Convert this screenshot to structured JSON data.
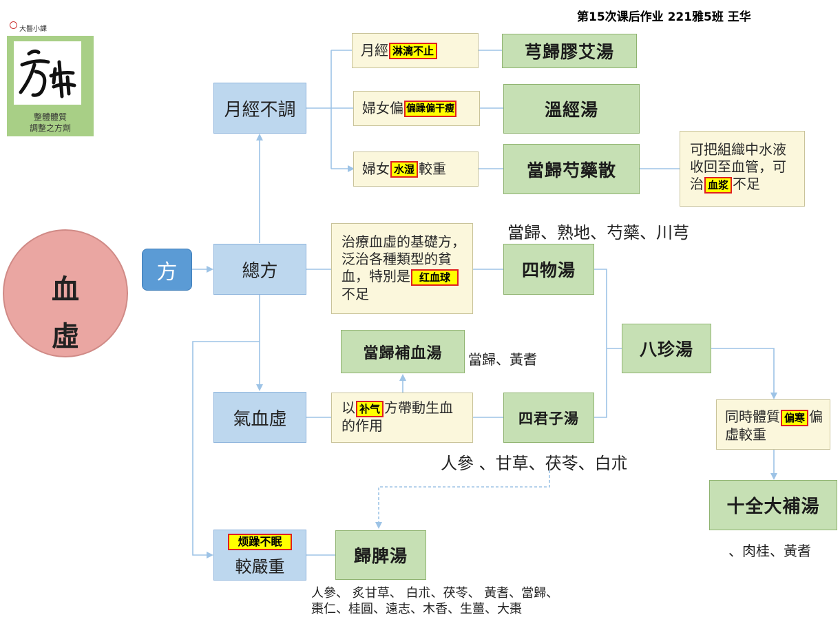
{
  "header": "第15次课后作业 221雅5班 王华",
  "logo": {
    "brand": "大醫小課",
    "glyph": "方律",
    "line1": "整體體質",
    "line2": "調整之方劑"
  },
  "main": {
    "char1": "血",
    "char2": "虛"
  },
  "fang": "方",
  "categories": {
    "menstrual": "月經不調",
    "general": "總方",
    "qi_blood": "氣血虛",
    "severe_after": "較嚴重"
  },
  "conditions": {
    "c1_before": "月經",
    "c1_hl": "淋漓不止",
    "c2_before": "婦女偏",
    "c2_hl": "偏躁偏干瘦",
    "c3_before": "婦女",
    "c3_hl": "水湿",
    "c3_after": "較重",
    "severe_hl": "烦躁不眠"
  },
  "descriptions": {
    "general_before": "治療血虛的基礎方，泛治各種類型的貧血，特別是",
    "general_hl": "红血球",
    "general_after": "不足",
    "qi_before": "以",
    "qi_hl": "补气",
    "qi_after": "方帶動生血的作用",
    "dg_before": "可把組織中水液收回至血管，可治",
    "dg_hl": "血浆",
    "dg_after": "不足",
    "bz_before": "同時體質",
    "bz_hl": "偏寒",
    "bz_after": "偏虛較重"
  },
  "formulas": {
    "xiong_gui_jiao_ai": "芎歸膠艾湯",
    "wen_jing": "溫經湯",
    "dang_gui_shao_yao": "當歸芍藥散",
    "si_wu": "四物湯",
    "dang_gui_bu_xue": "當歸補血湯",
    "ba_zhen": "八珍湯",
    "si_jun_zi": "四君子湯",
    "shi_quan_da_bu": "十全大補湯",
    "gui_pi": "歸脾湯"
  },
  "ingredients": {
    "si_wu": "當歸、熟地、芍藥、川芎",
    "dang_gui_bu_xue": "當歸、黃耆",
    "si_jun_zi": "人參 、甘草、茯苓、白朮",
    "shi_quan": "、肉桂、黃耆",
    "gui_pi": "人參、 炙甘草、 白朮、茯苓、 黃耆、當歸、棗仁、桂圓、遠志、木香、生薑、大棗"
  },
  "colors": {
    "blue_fill": "#bdd7ee",
    "green_fill": "#c6e0b4",
    "cream_fill": "#fbf7dc",
    "circle_fill": "#eaa6a2",
    "fang_fill": "#5b9bd5",
    "highlight_fill": "#ffff00",
    "highlight_border": "#e02020",
    "connector": "#9dc3e6"
  }
}
